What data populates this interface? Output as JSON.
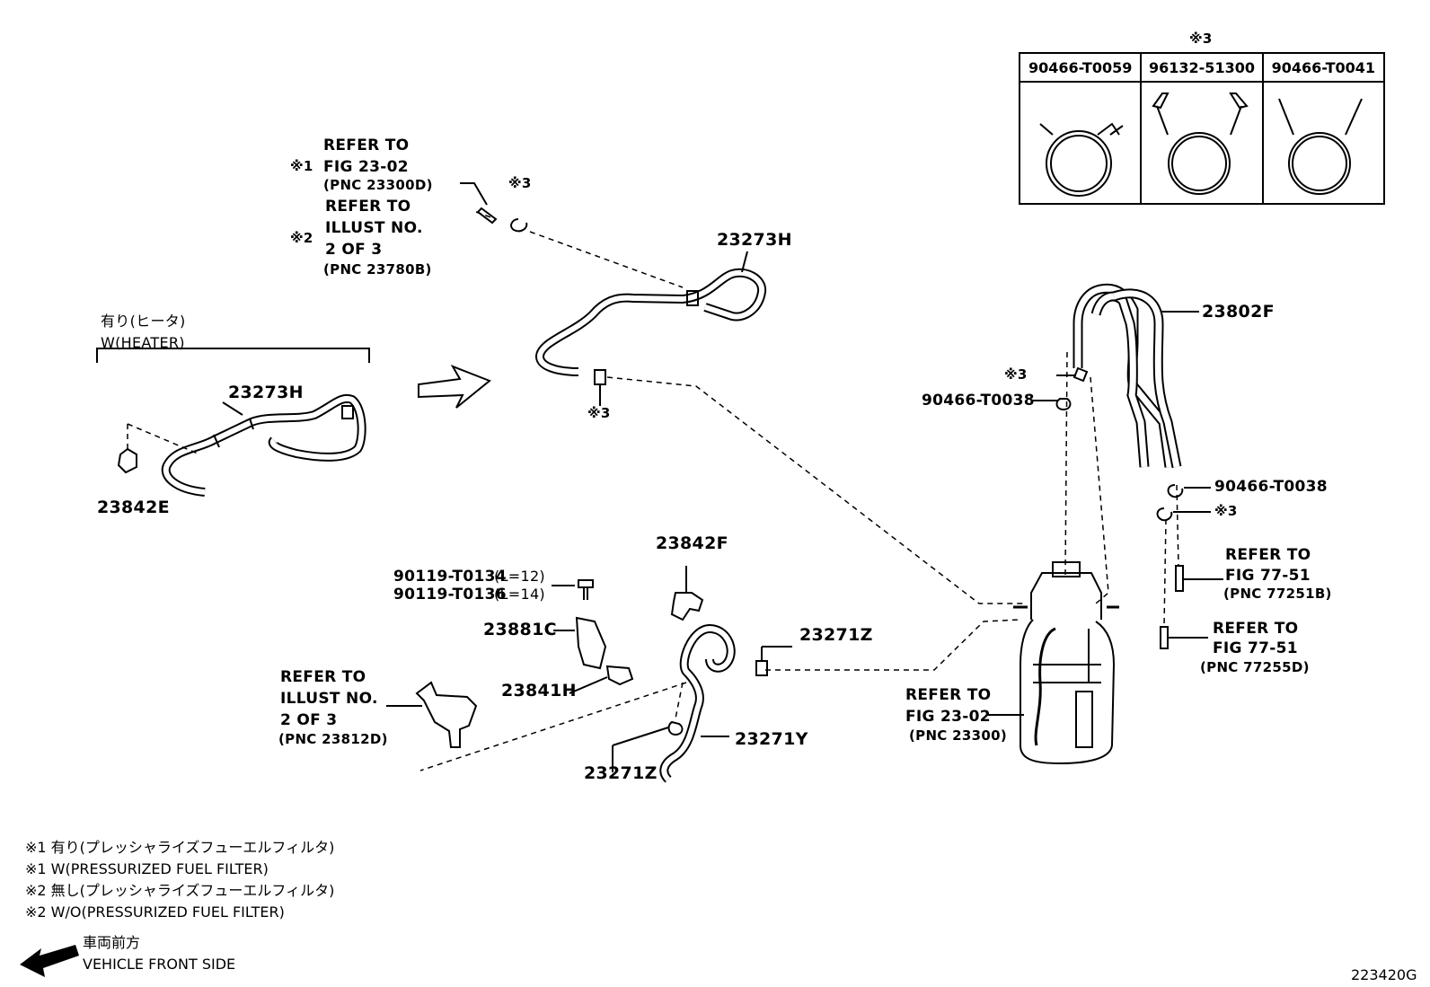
{
  "table": {
    "marker": "※3",
    "columns": [
      "90466-T0059",
      "96132-51300",
      "90466-T0041"
    ]
  },
  "labels": {
    "refer_23_02_a": [
      "REFER TO",
      "FIG 23-02",
      "(PNC 23300D)"
    ],
    "mark1": "※1",
    "refer_illust_a": [
      "REFER TO",
      "ILLUST NO.",
      "2 OF 3",
      "(PNC 23780B)"
    ],
    "mark2": "※2",
    "mark3_top": "※3",
    "mark3_mid": "※3",
    "mark3_right_upper": "※3",
    "mark3_right_lower": "※3",
    "heater_jp": "有り(ヒータ)",
    "heater_en": "W(HEATER)",
    "p23273h_left": "23273H",
    "p23273h_main": "23273H",
    "p23842e": "23842E",
    "p23802f": "23802F",
    "p90466_t0038_left": "90466-T0038",
    "p90466_t0038_right": "90466-T0038",
    "refer_77_51_b": [
      "REFER TO",
      "FIG 77-51",
      "(PNC 77251B)"
    ],
    "refer_77_51_d": [
      "REFER TO",
      "FIG 77-51",
      "(PNC 77255D)"
    ],
    "p23842f": "23842F",
    "bolt_1": "90119-T0134",
    "bolt_1_len": "(L=12)",
    "bolt_2": "90119-T0136",
    "bolt_2_len": "(L=14)",
    "p23881c": "23881C",
    "p23841h": "23841H",
    "p23271z_upper": "23271Z",
    "p23271z_lower": "23271Z",
    "p23271y": "23271Y",
    "refer_illust_b": [
      "REFER TO",
      "ILLUST NO.",
      "2 OF 3",
      "(PNC 23812D)"
    ],
    "refer_23_02_b": [
      "REFER TO",
      "FIG 23-02",
      "(PNC 23300)"
    ]
  },
  "notes": [
    "※1 有り(プレッシャライズフューエルフィルタ)",
    "※1 W(PRESSURIZED FUEL FILTER)",
    "※2 無し(プレッシャライズフューエルフィルタ)",
    "※2 W/O(PRESSURIZED FUEL FILTER)"
  ],
  "front": {
    "jp": "車両前方",
    "en": "VEHICLE FRONT SIDE"
  },
  "figure_id": "223420G"
}
